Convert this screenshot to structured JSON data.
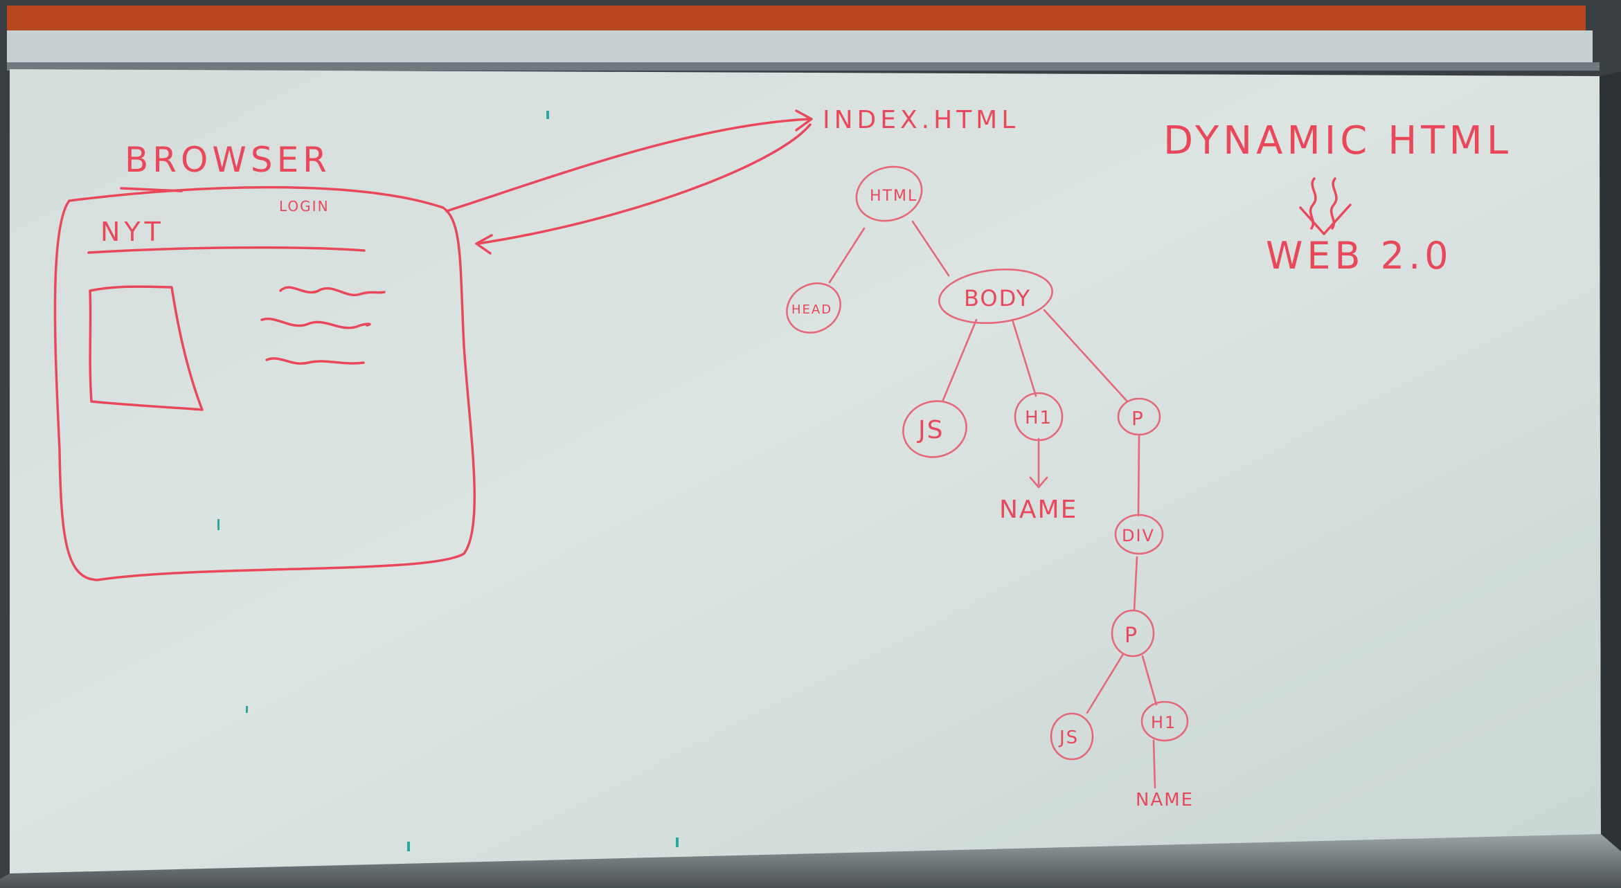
{
  "board": {
    "browser_sketch": {
      "title": "BROWSER",
      "tab_label": "NYT",
      "tab_label_right": "LOGIN"
    },
    "dom_tree": {
      "file_label": "INDEX.HTML",
      "nodes": {
        "html": "HTML",
        "head": "HEAD",
        "body": "BODY",
        "js1": "JS",
        "h1_1": "H1",
        "name1": "NAME",
        "p1": "P",
        "div": "DIV",
        "p2": "P",
        "js2": "JS",
        "h1_2": "H1",
        "name2": "NAME"
      }
    },
    "concept": {
      "title": "DYNAMIC HTML",
      "subtitle": "WEB 2.0"
    }
  },
  "colors": {
    "marker": "#e8485a",
    "whiteboard": "#d9e2e0",
    "frame_top": "#b8471e",
    "frame_edge": "#3a3f44"
  }
}
